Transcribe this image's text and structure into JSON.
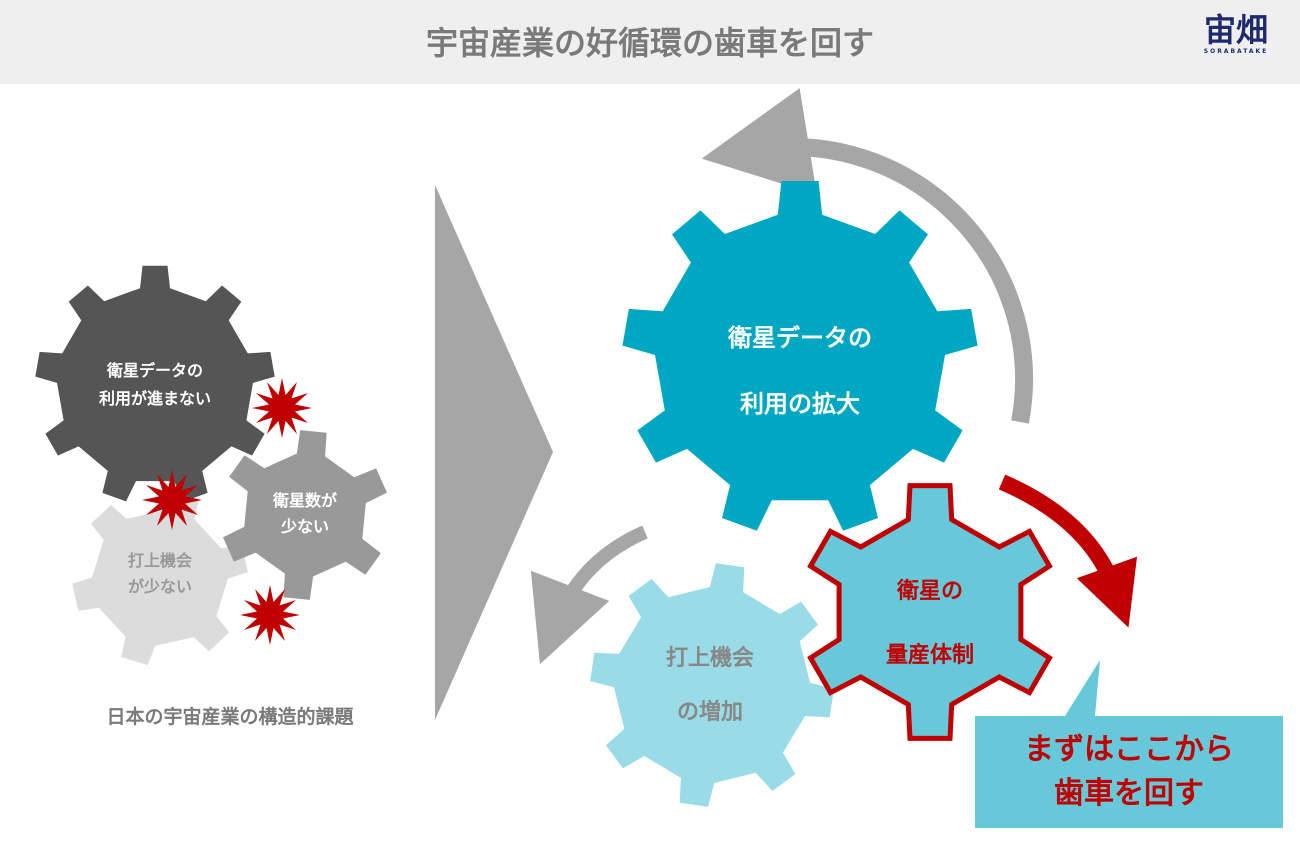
{
  "title": "宇宙産業の好循環の歯車を回す",
  "logo": {
    "mark": "宙畑",
    "sub": "SORABATAKE"
  },
  "left": {
    "gear_dark": [
      "衛星データの",
      "利用が進まない"
    ],
    "gear_mid": [
      "衛星数が",
      "少ない"
    ],
    "gear_light": [
      "打上機会",
      "が少ない"
    ],
    "caption": "日本の宇宙産業の構造的課題"
  },
  "right": {
    "gear_main": [
      "衛星データの",
      "利用の拡大"
    ],
    "gear_launch": [
      "打上機会",
      "の増加"
    ],
    "gear_sat": [
      "衛星の",
      "量産体制"
    ],
    "callout": [
      "まずはここから",
      "歯車を回す"
    ]
  },
  "colors": {
    "dark": "#555555",
    "mid": "#999999",
    "light": "#dcdcdc",
    "teal": "#00a7c2",
    "lightblue": "#99dbe6",
    "sat": "#66c8d8",
    "red": "#c00000",
    "arrow": "#a6a6a6"
  }
}
